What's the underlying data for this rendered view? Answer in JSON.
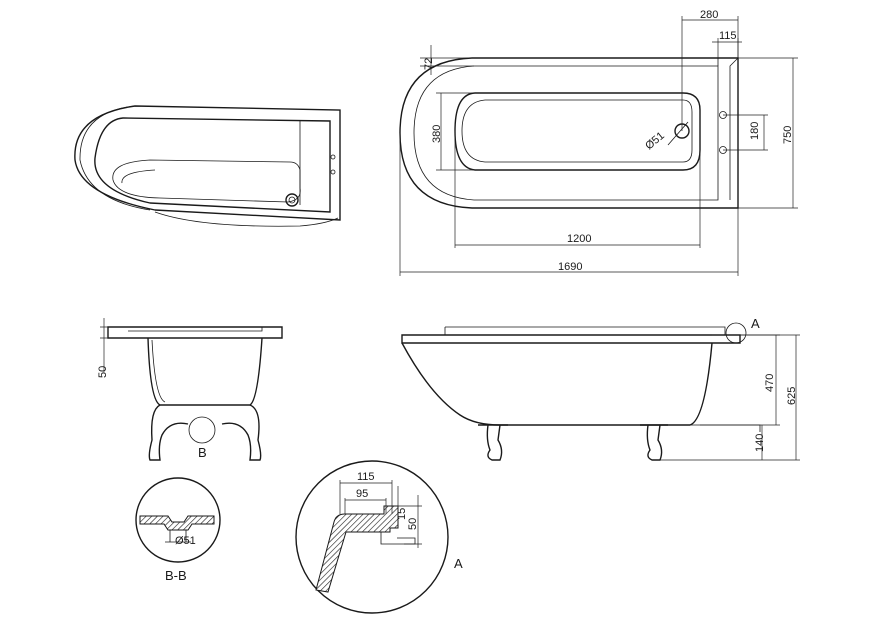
{
  "dimensions": {
    "d280": "280",
    "d115_top": "115",
    "d72": "72",
    "d380": "380",
    "d51_top": "Ø51",
    "d180": "180",
    "d750": "750",
    "d1200": "1200",
    "d1690": "1690",
    "d50_side": "50",
    "d470": "470",
    "d625": "625",
    "d140": "140",
    "d51_bb": "Ø51",
    "d115_detail": "115",
    "d95": "95",
    "d15": "15",
    "d50_detail": "50"
  },
  "labels": {
    "detail_a_marker": "A",
    "detail_b_marker": "B",
    "section_bb": "B-B",
    "detail_a": "A"
  }
}
